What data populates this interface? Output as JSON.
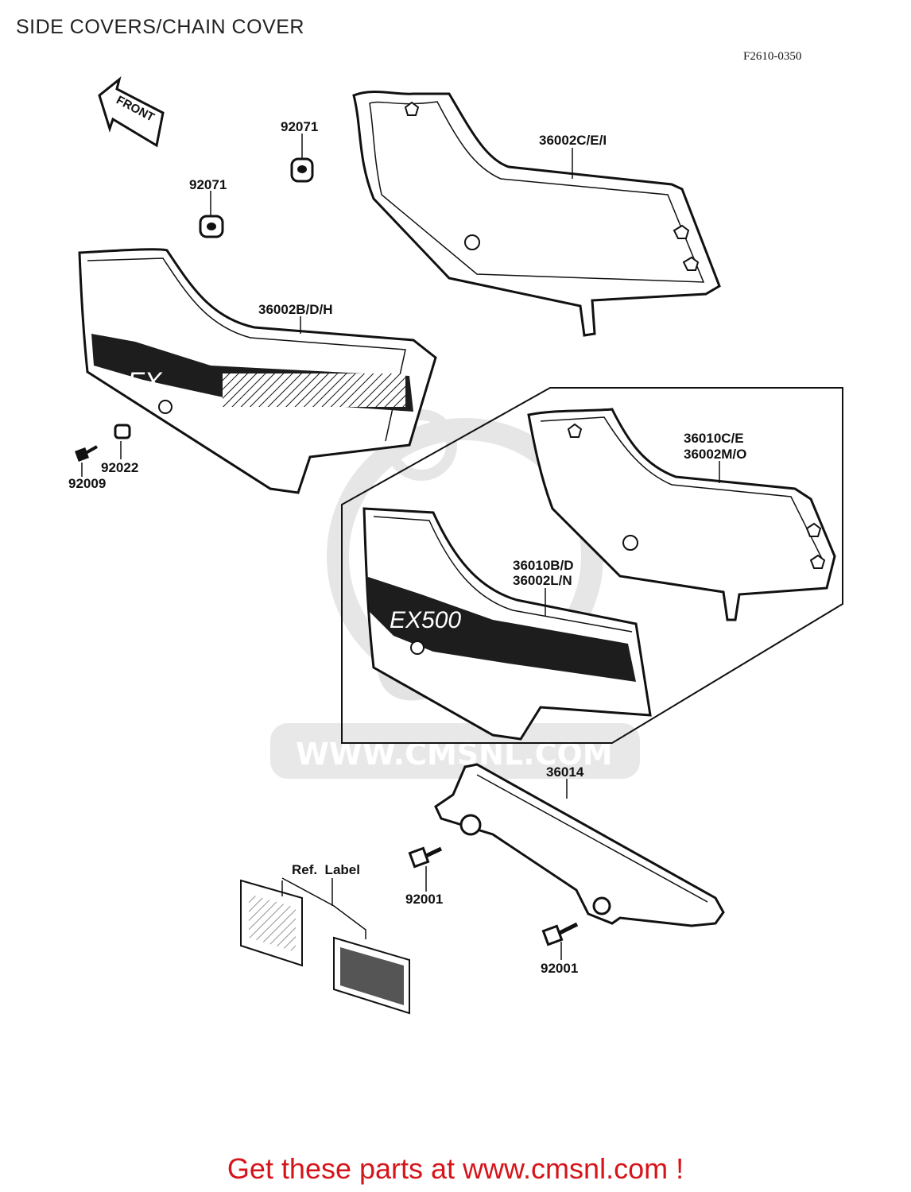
{
  "header": {
    "title": "SIDE COVERS/CHAIN COVER",
    "diagram_code": "F2610-0350"
  },
  "front_arrow": {
    "label": "FRONT"
  },
  "decals": {
    "small": "FX",
    "large": "EX500"
  },
  "parts": {
    "p_92071_a": "92071",
    "p_92071_b": "92071",
    "p_36002_cei": "36002C/E/I",
    "p_36002_bdh": "36002B/D/H",
    "p_92022": "92022",
    "p_92009": "92009",
    "p_36010_ce": "36010C/E",
    "p_36002_mo": "36002M/O",
    "p_36010_bd": "36010B/D",
    "p_36002_ln": "36002L/N",
    "p_36014": "36014",
    "p_92001_a": "92001",
    "p_92001_b": "92001",
    "ref_label": "Ref.  Label"
  },
  "watermark": {
    "text": "CMS",
    "url": "WWW.CMSNL.COM"
  },
  "footer": {
    "cta": "Get these parts at www.cmsnl.com !"
  },
  "colors": {
    "cta": "#d6141a",
    "line": "#111111",
    "watermark": "#e3e3e3"
  }
}
